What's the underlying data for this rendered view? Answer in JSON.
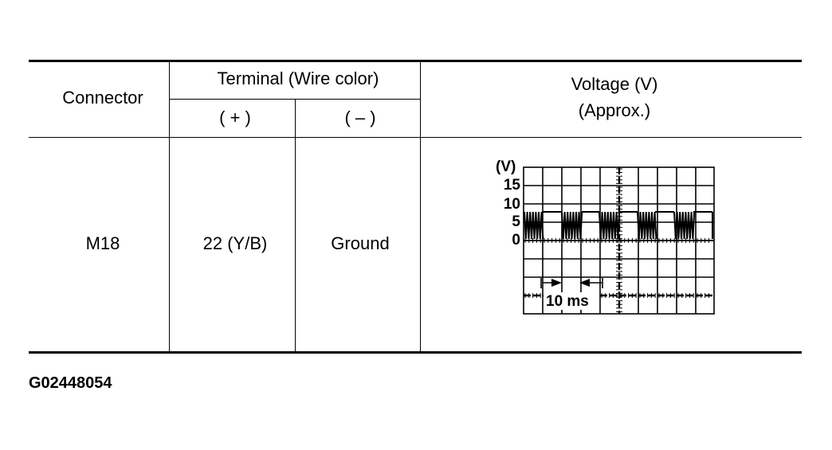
{
  "table": {
    "headers": {
      "connector": "Connector",
      "terminal": "Terminal (Wire color)",
      "plus": "( + )",
      "minus": "( – )",
      "voltage_line1": "Voltage (V)",
      "voltage_line2": "(Approx.)"
    },
    "row": {
      "connector": "M18",
      "plus": "22 (Y/B)",
      "minus": "Ground"
    }
  },
  "scope": {
    "unit_label": "(V)",
    "y_ticks": [
      "15",
      "10",
      "5",
      "0"
    ],
    "time_label": "10 ms"
  },
  "figure_id": "G02448054"
}
